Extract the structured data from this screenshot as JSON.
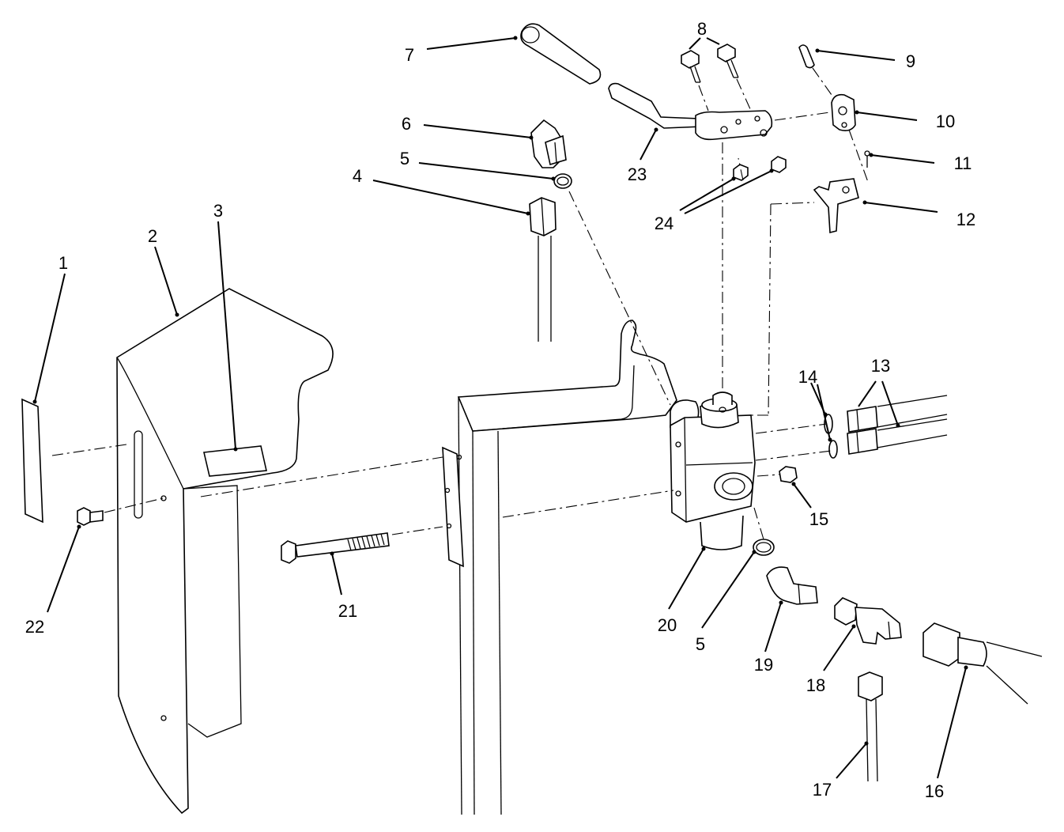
{
  "diagram": {
    "labels": {
      "c1": "1",
      "c2": "2",
      "c3": "3",
      "c4": "4",
      "c5a": "5",
      "c5b": "5",
      "c6": "6",
      "c7": "7",
      "c8": "8",
      "c9": "9",
      "c10": "10",
      "c11": "11",
      "c12": "12",
      "c13": "13",
      "c14": "14",
      "c15": "15",
      "c16": "16",
      "c17": "17",
      "c18": "18",
      "c19": "19",
      "c20": "20",
      "c21": "21",
      "c22": "22",
      "c23": "23",
      "c24": "24"
    }
  }
}
